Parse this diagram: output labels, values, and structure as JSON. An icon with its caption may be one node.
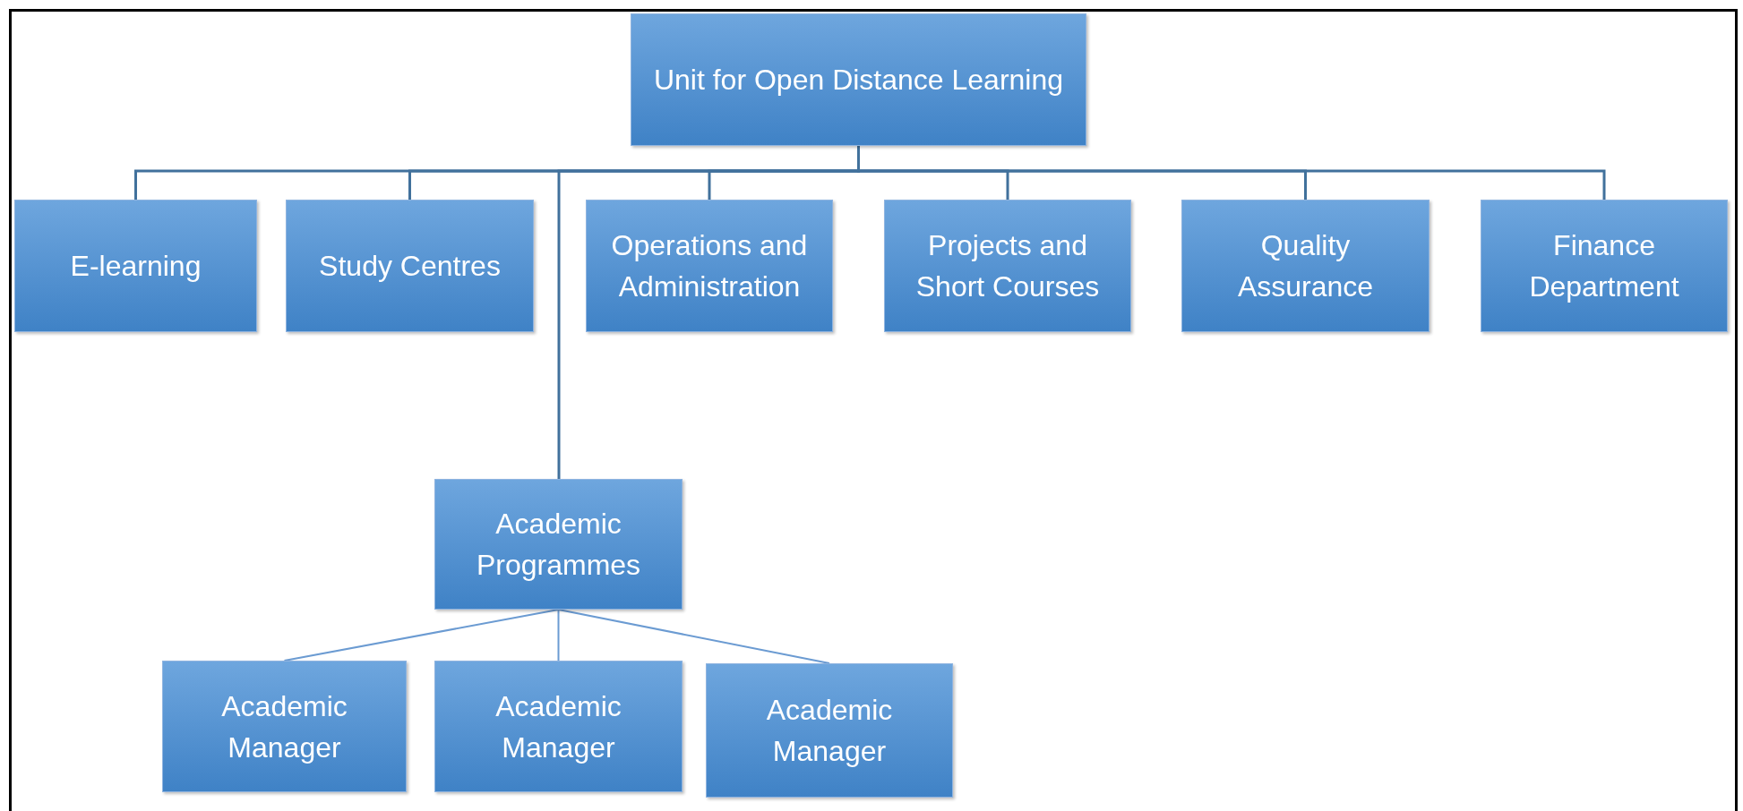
{
  "diagram": {
    "nodes": [
      {
        "text": [
          "Unit for Open Distance Learning"
        ]
      },
      {
        "text": [
          "E-learning"
        ]
      },
      {
        "text": [
          "Study Centres"
        ]
      },
      {
        "text": [
          "Operations and Administration"
        ]
      },
      {
        "text": [
          "Projects and Short Courses"
        ]
      },
      {
        "text": [
          "Quality Assurance"
        ]
      },
      {
        "text": [
          "Finance Department"
        ]
      },
      {
        "text": [
          "Academic Programmes"
        ]
      },
      {
        "text": [
          "Academic Manager"
        ]
      },
      {
        "text": [
          "Academic Manager"
        ]
      },
      {
        "text": [
          "Academic Manager"
        ]
      }
    ],
    "edges": [
      {
        "from": 0,
        "to": 1,
        "arrow": "none"
      },
      {
        "from": 0,
        "to": 2,
        "arrow": "none"
      },
      {
        "from": 0,
        "to": 3,
        "arrow": "none"
      },
      {
        "from": 0,
        "to": 4,
        "arrow": "none"
      },
      {
        "from": 0,
        "to": 5,
        "arrow": "none"
      },
      {
        "from": 0,
        "to": 6,
        "arrow": "none"
      },
      {
        "from": 0,
        "to": 7,
        "arrow": "none"
      },
      {
        "from": 7,
        "to": 8,
        "arrow": "none"
      },
      {
        "from": 7,
        "to": 9,
        "arrow": "none"
      },
      {
        "from": 7,
        "to": 10,
        "arrow": "none"
      }
    ]
  }
}
